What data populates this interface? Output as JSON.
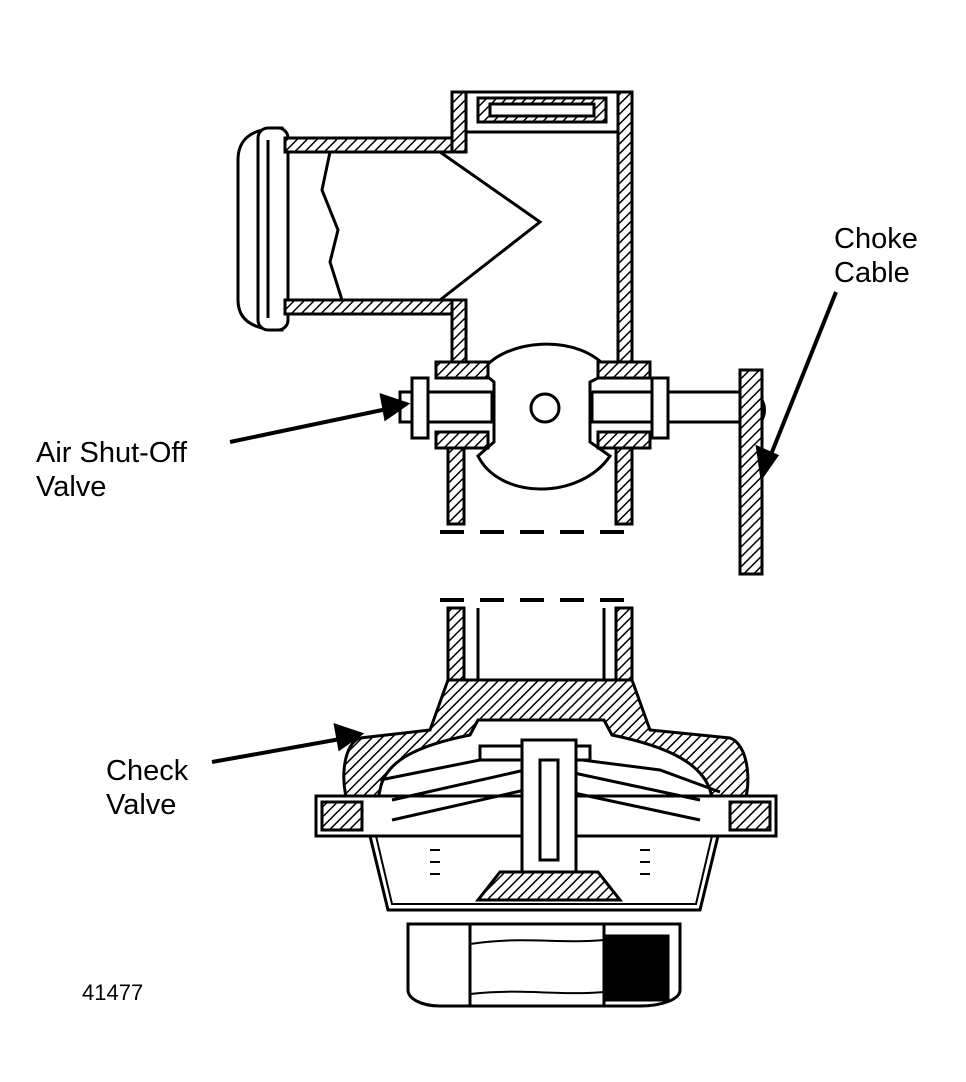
{
  "labels": {
    "choke_cable": {
      "line1": "Choke",
      "line2": "Cable"
    },
    "air_shutoff_valve": {
      "line1": "Air Shut-Off",
      "line2": "Valve"
    },
    "check_valve": {
      "line1": "Check",
      "line2": "Valve"
    }
  },
  "figure_number": "41477",
  "colors": {
    "ink": "#000000",
    "paper": "#ffffff"
  }
}
